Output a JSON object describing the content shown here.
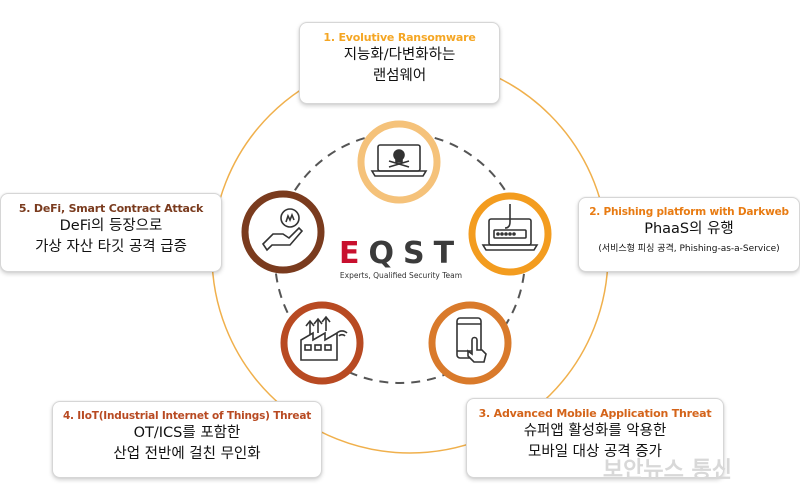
{
  "colors": {
    "ring": "#f0b04c",
    "dash": "#555555",
    "ransomware": "#f5a623",
    "phishing": "#e87b12",
    "mobile": "#d4641a",
    "iiot": "#b84a22",
    "defi": "#7a3b1e",
    "logo_accent": "#c8102e"
  },
  "logo": {
    "mark_e": "E",
    "mark_rest": "QST",
    "tagline": "Experts, Qualified Security Team"
  },
  "threats": {
    "ransomware": {
      "title": "1. Evolutive Ransomware",
      "line1": "지능화/다변화하는",
      "line2": "랜섬웨어",
      "icon": "laptop-skull-icon"
    },
    "phishing": {
      "title": "2. Phishing platform with Darkweb",
      "line1": "PhaaS의 유행",
      "sub": "(서비스형 피싱 공격, Phishing-as-a-Service)",
      "icon": "laptop-phishing-hook-icon"
    },
    "mobile": {
      "title": "3. Advanced Mobile Application Threat",
      "line1": "슈퍼앱 활성화를 악용한",
      "line2": "모바일 대상 공격 증가",
      "icon": "smartphone-touch-icon"
    },
    "iiot": {
      "title": "4. IIoT(Industrial Internet of Things) Threat",
      "line1": "OT/ICS를 포함한",
      "line2": "산업 전반에 걸친 무인화",
      "icon": "factory-icon"
    },
    "defi": {
      "title": "5. DeFi, Smart Contract Attack",
      "line1": "DeFi의 등장으로",
      "line2": "가상 자산 타깃 공격 급증",
      "icon": "hand-coin-icon"
    }
  },
  "watermark": "보안뉴스 통신"
}
